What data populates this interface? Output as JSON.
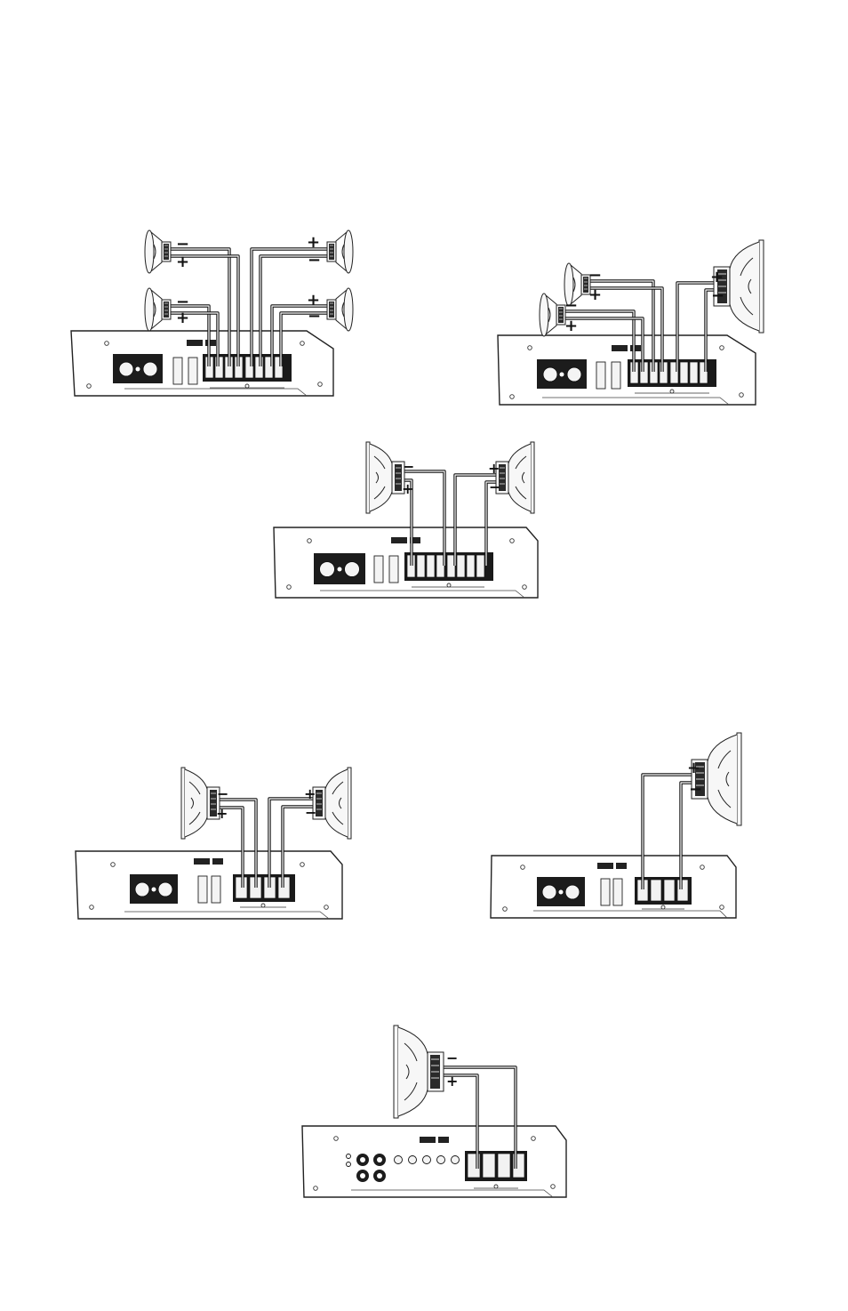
{
  "diagrams": [
    {
      "id": "four-channel-four-speakers",
      "polarity_labels": [
        "−",
        "+",
        "+",
        "−",
        "−",
        "+",
        "+",
        "−"
      ]
    },
    {
      "id": "four-channel-two-speakers-sub",
      "polarity_labels": [
        "−",
        "+",
        "−",
        "+",
        "+",
        "−"
      ]
    },
    {
      "id": "four-channel-bridged-two-subs",
      "polarity_labels": [
        "−",
        "+",
        "+",
        "−"
      ]
    },
    {
      "id": "two-channel-two-subs",
      "polarity_labels": [
        "−",
        "+",
        "+",
        "−"
      ]
    },
    {
      "id": "two-channel-bridged-one-sub",
      "polarity_labels": [
        "+",
        "−"
      ]
    },
    {
      "id": "mono-one-sub",
      "polarity_labels": [
        "−",
        "+"
      ]
    }
  ],
  "colors": {
    "wire": "#111111",
    "ink": "#222222",
    "background": "#ffffff"
  },
  "icons": [
    "speaker-icon",
    "amplifier-icon",
    "terminal-block-icon",
    "fuse-icon",
    "knob-icon"
  ]
}
